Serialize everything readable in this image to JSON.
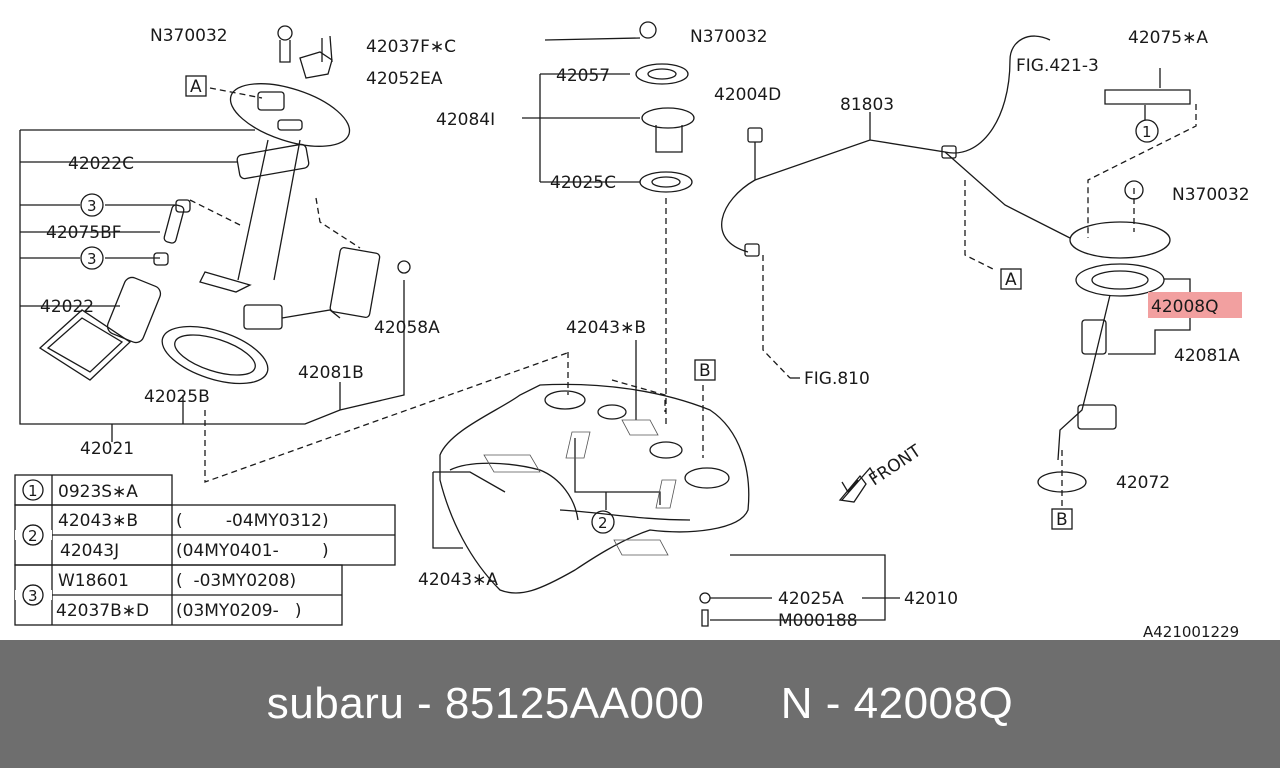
{
  "diagram": {
    "reference_code": "A421001229",
    "highlight_color": "#f2a0a0",
    "labels": {
      "n370032_left": "N370032",
      "p42037f": "42037F∗C",
      "p42052ea": "42052EA",
      "ref_a_top": "A",
      "p42022c": "42022C",
      "p42075bf": "42075BF",
      "p42022": "42022",
      "p42025b": "42025B",
      "p42021": "42021",
      "p42081b": "42081B",
      "p42058a": "42058A",
      "n370032_mid": "N370032",
      "p42057": "42057",
      "p42084i": "42084I",
      "p42025c": "42025C",
      "p42004d": "42004D",
      "p81803": "81803",
      "fig421": "FIG.421-3",
      "p42075a": "42075∗A",
      "n370032_right": "N370032",
      "ref_a_right": "A",
      "p42008q": "42008Q",
      "p42081a": "42081A",
      "p42072": "42072",
      "ref_b_right": "B",
      "p42043b_top": "42043∗B",
      "ref_b_tank": "B",
      "fig810": "FIG.810",
      "front": "FRONT",
      "p42043a": "42043∗A",
      "p42025a": "42025A",
      "p42010": "42010",
      "m000188": "M000188",
      "circle1": "1",
      "circle2": "2",
      "circle3a": "3",
      "circle3b": "3"
    },
    "legend": [
      {
        "num": "1",
        "rows": [
          {
            "part": "0923S∗A",
            "range": ""
          }
        ]
      },
      {
        "num": "2",
        "rows": [
          {
            "part": "42043∗B",
            "range": "(        -04MY0312)"
          },
          {
            "part": "42043J",
            "range": "(04MY0401-        )"
          }
        ]
      },
      {
        "num": "3",
        "rows": [
          {
            "part": "W18601",
            "range": "(  -03MY0208)"
          },
          {
            "part": "42037B∗D",
            "range": "(03MY0209-   )"
          }
        ]
      }
    ]
  },
  "footer": {
    "brand": "subaru",
    "separator": " - ",
    "part_number": "85125AA000",
    "ref_prefix": "N",
    "ref_number": "42008Q"
  }
}
